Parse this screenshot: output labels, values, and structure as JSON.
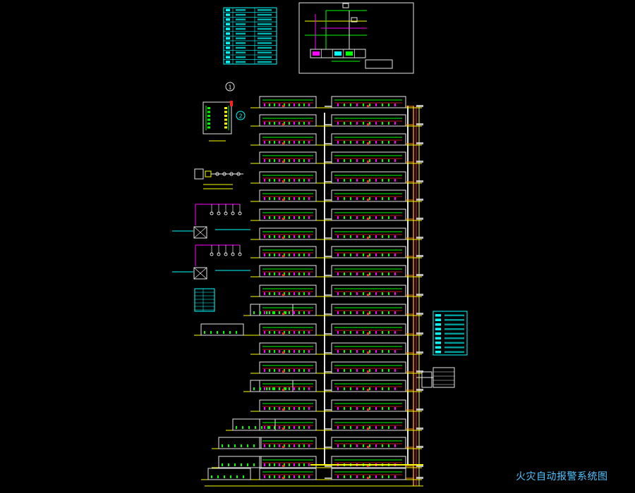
{
  "caption": "火灾自动报警系统图",
  "grid_labels": [
    "1",
    "2"
  ],
  "colors": {
    "background": "#000000",
    "white": "#e6e6e6",
    "yellow": "#ffff00",
    "cyan": "#00ffff",
    "green": "#00ff00",
    "red": "#ff2020",
    "magenta": "#ff00ff",
    "orange": "#ff8a00",
    "pink": "#ffb0b0",
    "caption": "#4ec3ff"
  }
}
